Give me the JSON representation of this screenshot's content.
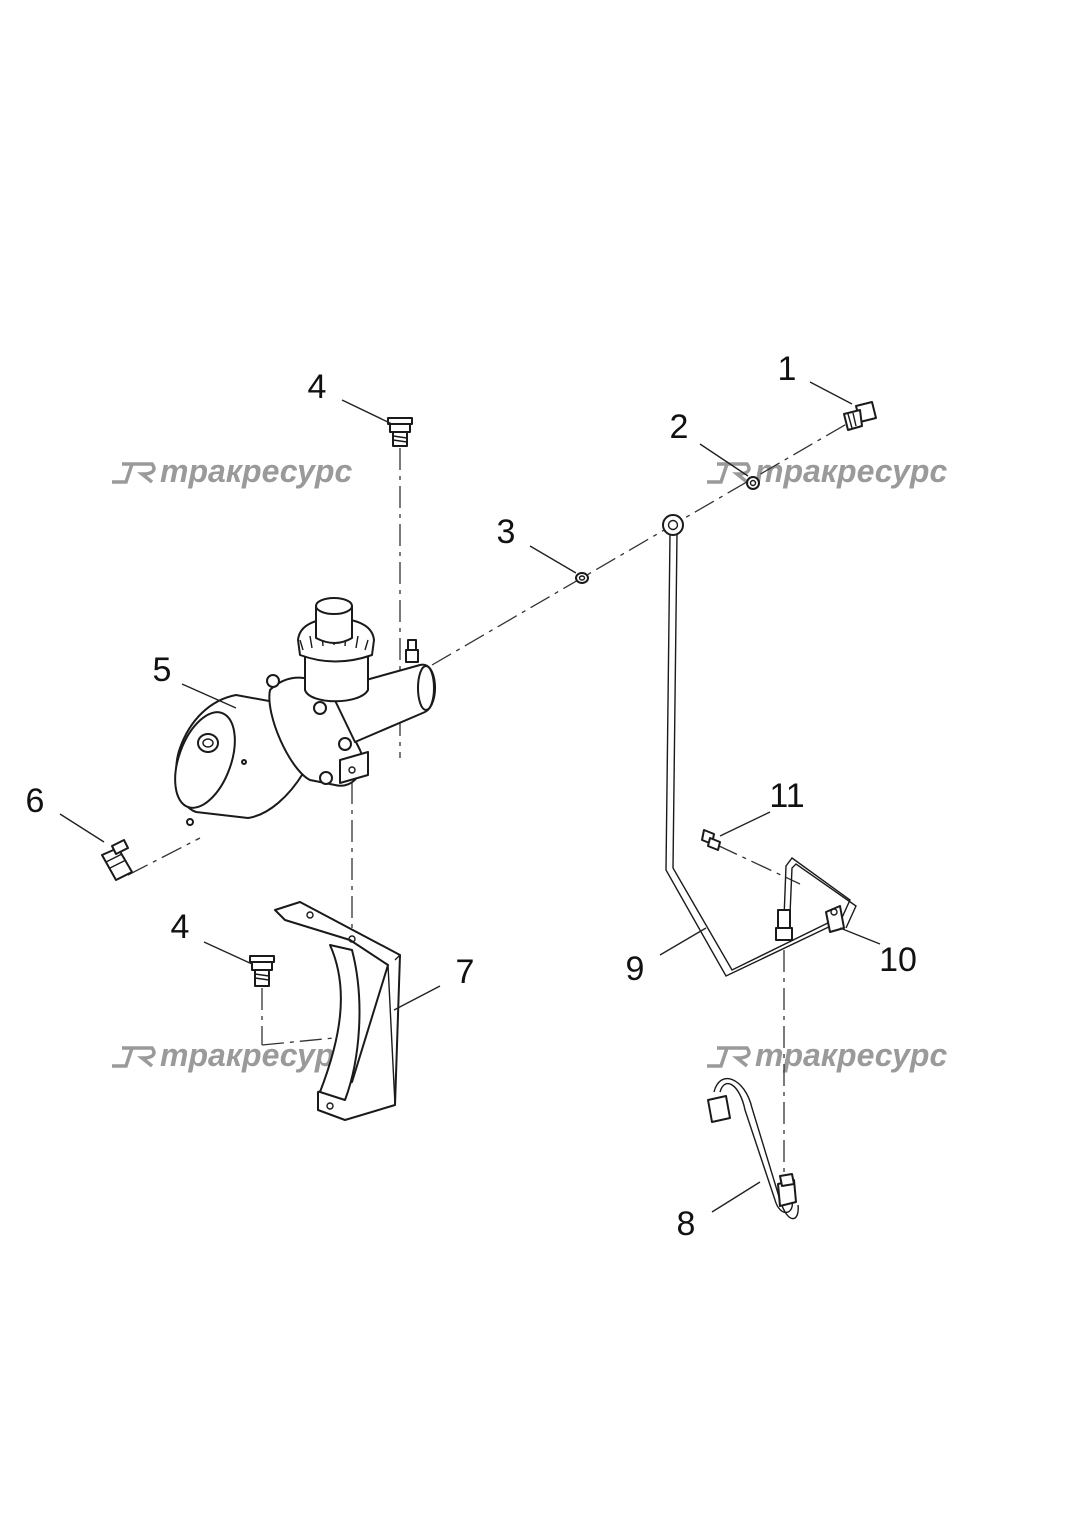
{
  "watermark": {
    "text": "тракресурс"
  },
  "callouts": [
    {
      "id": "c1",
      "label": "1"
    },
    {
      "id": "c2",
      "label": "2"
    },
    {
      "id": "c3",
      "label": "3"
    },
    {
      "id": "c4a",
      "label": "4"
    },
    {
      "id": "c4b",
      "label": "4"
    },
    {
      "id": "c5",
      "label": "5"
    },
    {
      "id": "c6",
      "label": "6"
    },
    {
      "id": "c7",
      "label": "7"
    },
    {
      "id": "c8",
      "label": "8"
    },
    {
      "id": "c9",
      "label": "9"
    },
    {
      "id": "c10",
      "label": "10"
    },
    {
      "id": "c11",
      "label": "11"
    }
  ]
}
